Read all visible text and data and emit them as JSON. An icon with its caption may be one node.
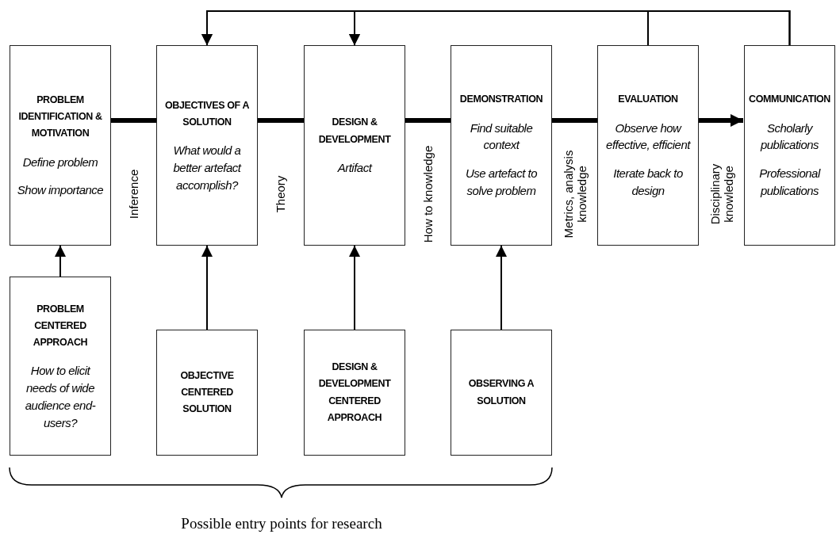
{
  "diagram": {
    "caption": "Possible entry points for research",
    "nodes": [
      {
        "text": [
          "PROBLEM IDENTIFICATION & MOTIVATION",
          "Define problem",
          "Show importance"
        ]
      },
      {
        "text": [
          "OBJECTIVES OF A SOLUTION",
          "What would a better artefact accomplish?"
        ]
      },
      {
        "text": [
          "DESIGN & DEVELOPMENT",
          "Artifact"
        ]
      },
      {
        "text": [
          "DEMONSTRATION",
          "Find suitable context",
          "Use artefact to solve problem"
        ]
      },
      {
        "text": [
          "EVALUATION",
          "Observe how effective, efficient",
          "Iterate back to design"
        ]
      },
      {
        "text": [
          "COMMUNICATION",
          "Scholarly publications",
          "Professional publications"
        ]
      },
      {
        "text": [
          "PROBLEM CENTERED APPROACH",
          "How to elicit needs of wide audience end-users?"
        ]
      },
      {
        "text": [
          "OBJECTIVE CENTERED SOLUTION"
        ]
      },
      {
        "text": [
          "DESIGN & DEVELOPMENT CENTERED APPROACH"
        ]
      },
      {
        "text": [
          "OBSERVING A SOLUTION"
        ]
      }
    ],
    "edges": [
      {
        "from": 0,
        "to": 1,
        "arrow": "none",
        "style": "thick",
        "label": "Inference"
      },
      {
        "from": 1,
        "to": 2,
        "arrow": "none",
        "style": "thick",
        "label": "Theory"
      },
      {
        "from": 2,
        "to": 3,
        "arrow": "none",
        "style": "thick",
        "label": "How to knowledge"
      },
      {
        "from": 3,
        "to": 4,
        "arrow": "none",
        "style": "thick",
        "label": "Metrics, analysis knowledge"
      },
      {
        "from": 4,
        "to": 5,
        "arrow": "to",
        "style": "thick",
        "label": "Disciplinary knowledge"
      },
      {
        "from": 4,
        "to": 1,
        "arrow": "to"
      },
      {
        "from": 4,
        "to": 2,
        "arrow": "to"
      },
      {
        "from": 5,
        "to": 1,
        "arrow": "to"
      },
      {
        "from": 5,
        "to": 2,
        "arrow": "to"
      },
      {
        "from": 6,
        "to": 0,
        "arrow": "to"
      },
      {
        "from": 7,
        "to": 1,
        "arrow": "to"
      },
      {
        "from": 8,
        "to": 2,
        "arrow": "to"
      },
      {
        "from": 9,
        "to": 3,
        "arrow": "to"
      }
    ]
  }
}
